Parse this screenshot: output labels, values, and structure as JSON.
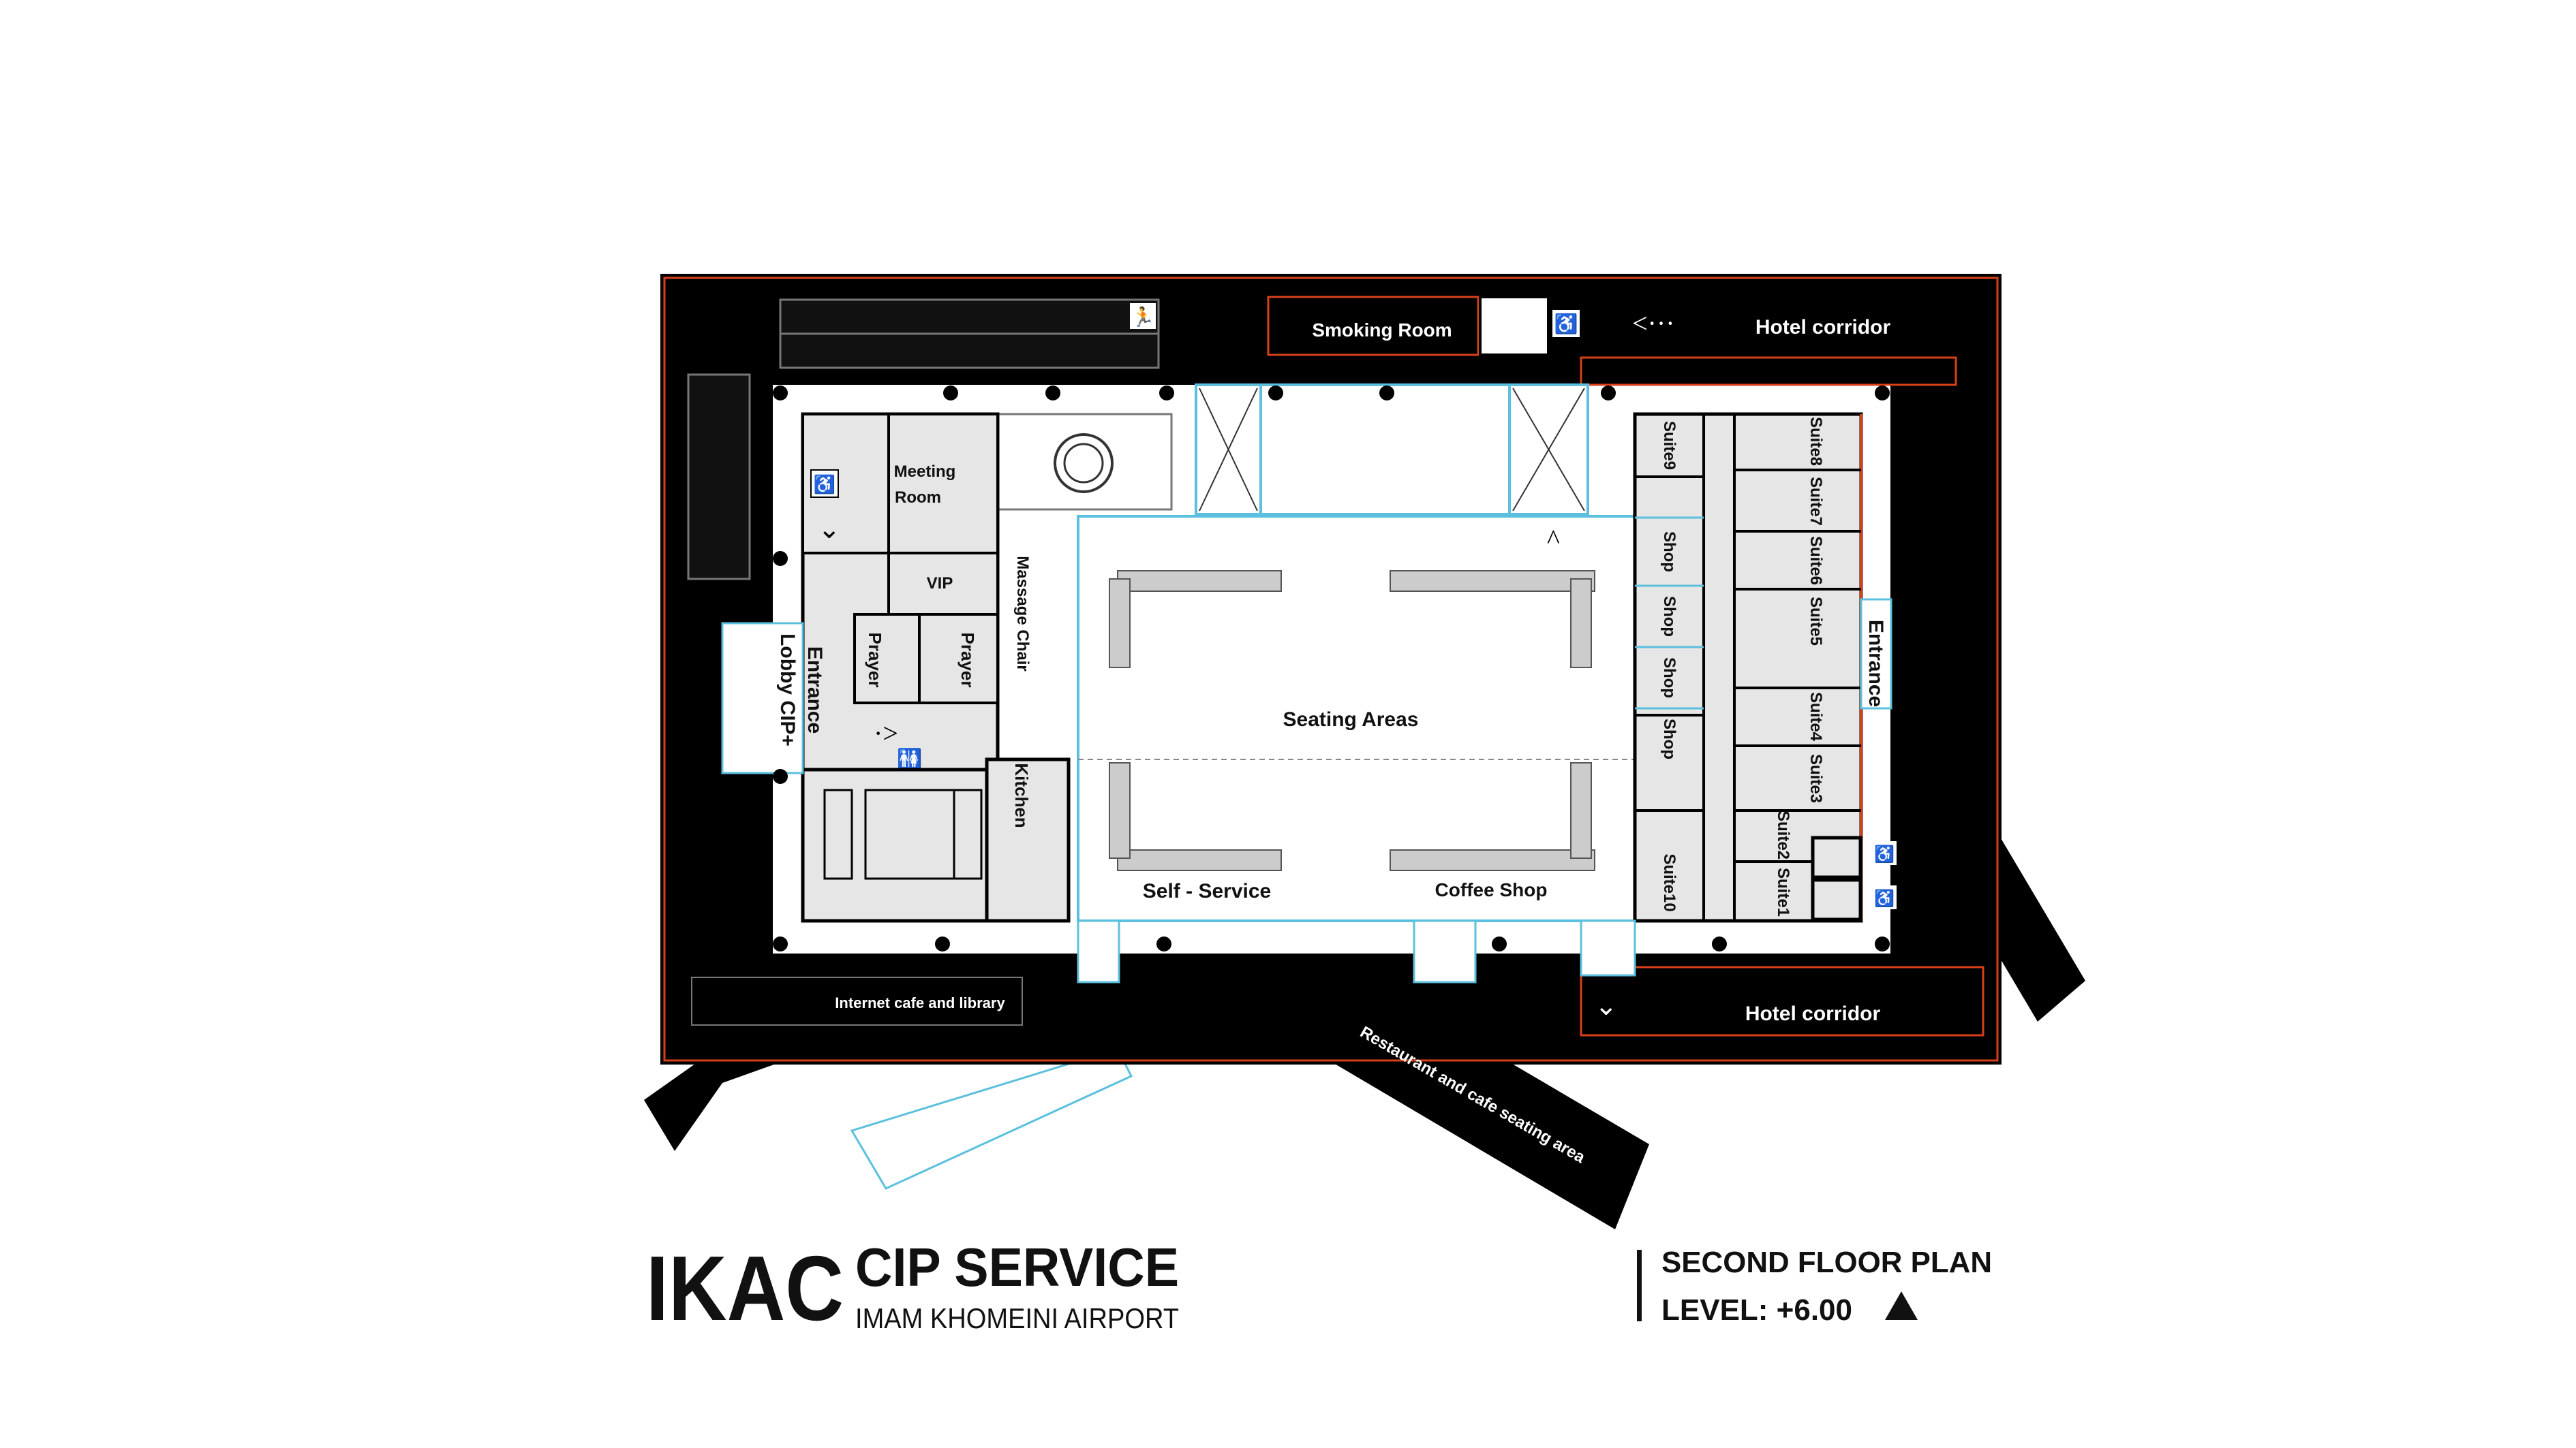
{
  "colors": {
    "wall": "#000000",
    "room_fill": "#e6e6e6",
    "glass": "#5bc0de",
    "accent_line": "#d9401a",
    "background": "#ffffff"
  },
  "rooms": {
    "smoking_room": "Smoking  Room",
    "hotel_corridor_top": "Hotel corridor",
    "hotel_corridor_bottom": "Hotel corridor",
    "meeting_room": [
      "Meeting",
      "Room"
    ],
    "vip": "VIP",
    "prayer_1": "Prayer",
    "prayer_2": "Prayer",
    "entrance_left": "Entrance",
    "lobby_cip": "Lobby CIP+",
    "massage_chair": "Massage Chair",
    "kitchen": "Kitchen",
    "seating_areas": "Seating Areas",
    "self_service": "Self - Service",
    "coffee_shop": "Coffee Shop",
    "entrance_right": "Entrance",
    "internet_cafe": "Internet cafe and library",
    "restaurant": "Restaurant and cafe seating area",
    "left_column": [
      "Suite9",
      "Shop",
      "Shop",
      "Shop",
      "Shop",
      "Suite10"
    ],
    "right_column": [
      "Suite8",
      "Suite7",
      "Suite6",
      "Suite5",
      "Suite4",
      "Suite3",
      "Suite2",
      "Suite1"
    ]
  },
  "icons": [
    "emergency-exit-icon",
    "accessible-elevator-icon",
    "escalator-icon",
    "restroom-icon",
    "direction-arrow-icon",
    "north-arrow-icon"
  ],
  "title": {
    "logo": "IKAC",
    "service": "CIP SERVICE",
    "airport": "IMAM KHOMEINI AIRPORT",
    "plan": "SECOND FLOOR PLAN",
    "level": "LEVEL: +6.00"
  }
}
